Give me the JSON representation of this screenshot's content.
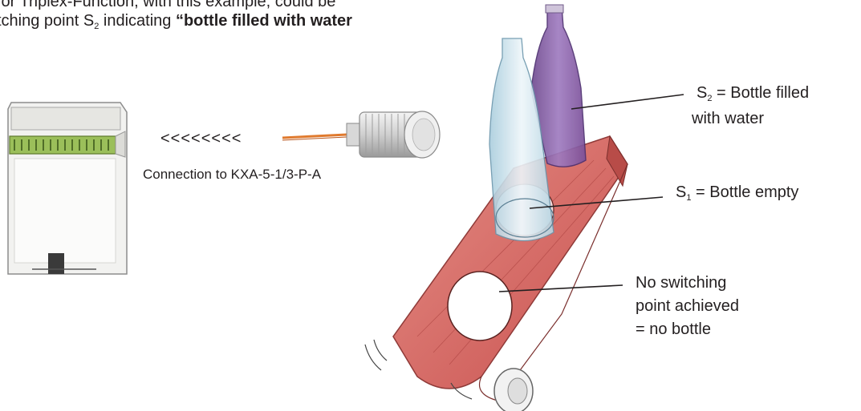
{
  "intro": {
    "line1": "for Triplex-Function, with this example, could be",
    "line2_prefix": "tching point S",
    "line2_sub": "2",
    "line2_mid": " indicating ",
    "line2_bold": "“bottle filled with water"
  },
  "connection": {
    "arrows": "<<<<<<<<",
    "label": "Connection to KXA-5-1/3-P-A"
  },
  "labels": {
    "s2": {
      "sym": "S",
      "sub": "2",
      "text1": " = Bottle filled",
      "text2": "with water"
    },
    "s1": {
      "sym": "S",
      "sub": "1",
      "text": " = Bottle empty"
    },
    "none": {
      "line1": "No switching",
      "line2": "point achieved",
      "line3": "= no bottle"
    }
  },
  "icons": {
    "module": "relay-module-icon",
    "sensor": "sensor-icon",
    "belt": "conveyor-belt-icon",
    "bottle_clear": "bottle-empty-icon",
    "bottle_purple": "bottle-filled-icon"
  },
  "colors": {
    "belt": "#d96a6a",
    "purple_bottle": "#8b5fa8",
    "clear_bottle": "#bfd9e6",
    "terminal_green": "#9bbf5a",
    "sensor_cable": "#e07a2e",
    "text": "#231f20"
  }
}
